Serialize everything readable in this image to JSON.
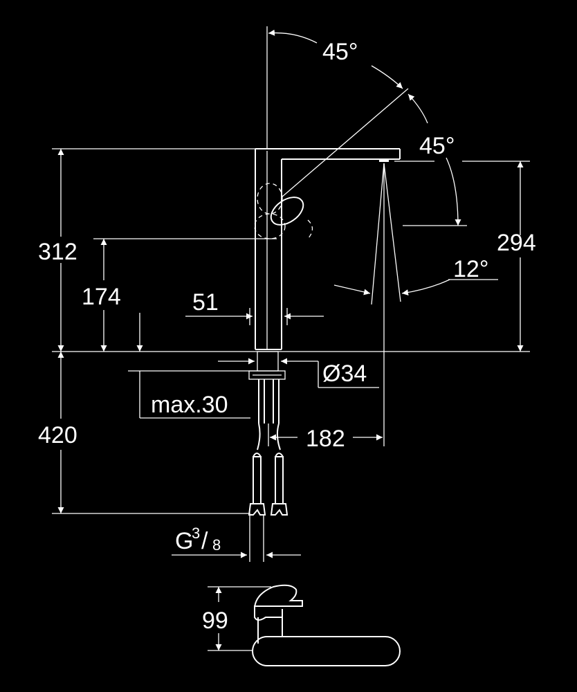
{
  "colors": {
    "background": "#000000",
    "lines": "#ffffff"
  },
  "labels": {
    "angle_top": "45°",
    "angle_side": "45°",
    "height_spout": "294",
    "height_total": "312",
    "height_lever": "174",
    "angle_spray": "12°",
    "body_width": "51",
    "hole_diameter": "Ø34",
    "max_thickness": "max.30",
    "reach": "182",
    "hose_length": "420",
    "thread_g": "G",
    "thread_num": "3",
    "thread_sep": "/",
    "thread_den": "8",
    "lever_height": "99"
  }
}
